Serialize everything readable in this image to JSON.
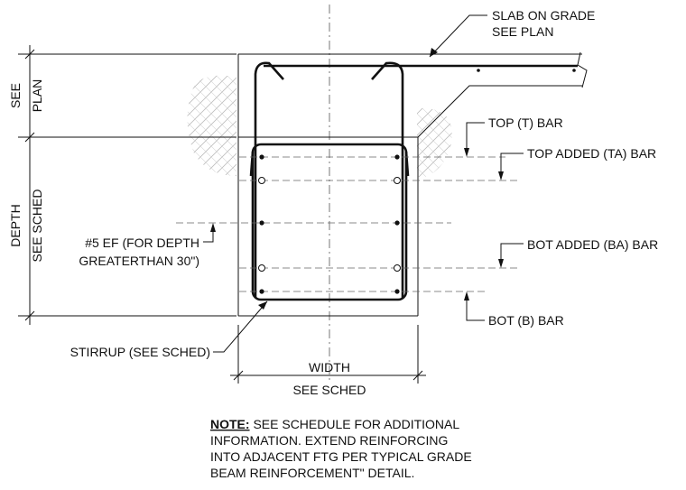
{
  "labels": {
    "slab_line1": "SLAB ON GRADE",
    "slab_line2": "SEE PLAN",
    "see_plan_1": "SEE",
    "see_plan_2": "PLAN",
    "depth_1": "DEPTH",
    "depth_2": "SEE SCHED",
    "top_bar": "TOP (T) BAR",
    "top_added_bar": "TOP ADDED (TA) BAR",
    "ef_line1": "#5 EF (FOR DEPTH",
    "ef_line2": "GREATERTHAN 30\")",
    "bot_added_bar": "BOT ADDED (BA) BAR",
    "bot_bar": "BOT (B) BAR",
    "stirrup": "STIRRUP (SEE SCHED)",
    "width": "WIDTH",
    "width_sub": "SEE SCHED"
  },
  "note": {
    "heading": "NOTE:",
    "line1": " SEE SCHEDULE FOR ADDITIONAL",
    "line2": "INFORMATION.  EXTEND REINFORCING",
    "line3": "INTO ADJACENT FTG PER TYPICAL GRADE",
    "line4": "BEAM REINFORCEMENT\" DETAIL."
  }
}
